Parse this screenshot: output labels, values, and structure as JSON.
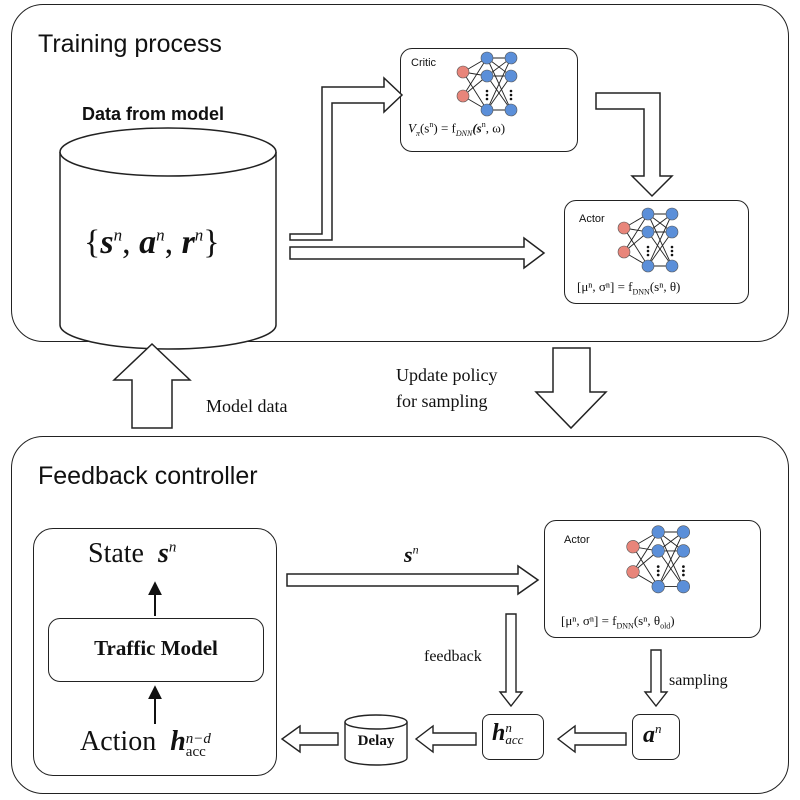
{
  "training": {
    "title": "Training process",
    "data_label": "Data from model",
    "set_s": "s",
    "set_a": "a",
    "set_r": "r",
    "sup_n": "n",
    "critic": {
      "label": "Critic",
      "formula_prefix": "V",
      "formula_sub": "π",
      "formula_mid": "(s",
      "formula_eq": ") = f",
      "formula_fsub": "DNN",
      "formula_args": "(s",
      "formula_tail": ", ω)"
    },
    "actor": {
      "label": "Actor",
      "formula": "[μⁿ, σⁿ] = f",
      "formula_sub": "DNN",
      "formula_args": "(sⁿ, θ)"
    }
  },
  "between": {
    "update_line1": "Update policy",
    "update_line2": "for sampling",
    "model_data": "Model data"
  },
  "feedback": {
    "title": "Feedback controller",
    "state_label": "State",
    "state_var": "s",
    "traffic_model": "Traffic Model",
    "action_label": "Action",
    "action_var": "h",
    "action_sup": "n−d",
    "action_sub": "acc",
    "arrow_label_var": "s",
    "arrow_label_sup": "n",
    "actor": {
      "label": "Actor",
      "formula": "[μⁿ, σⁿ] = f",
      "formula_sub": "DNN",
      "formula_args": "(sⁿ, θ",
      "formula_args_sub": "old",
      "formula_tail": ")"
    },
    "feedback_label": "feedback",
    "sampling_label": "sampling",
    "h_box_var": "h",
    "h_box_sup": "n",
    "h_box_sub": "acc",
    "a_box_var": "a",
    "a_box_sup": "n",
    "delay_label": "Delay"
  },
  "colors": {
    "input_node": "#e8857a",
    "hidden_node": "#5b8fd9",
    "stroke": "#222222"
  }
}
